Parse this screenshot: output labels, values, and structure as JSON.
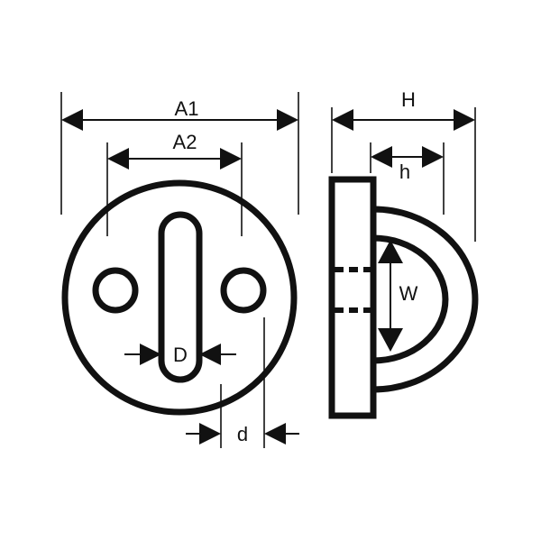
{
  "labels": {
    "A1": "A1",
    "A2": "A2",
    "D": "D",
    "d": "d",
    "H": "H",
    "h": "h",
    "W": "W"
  },
  "colors": {
    "stroke": "#111111",
    "background": "#ffffff"
  }
}
